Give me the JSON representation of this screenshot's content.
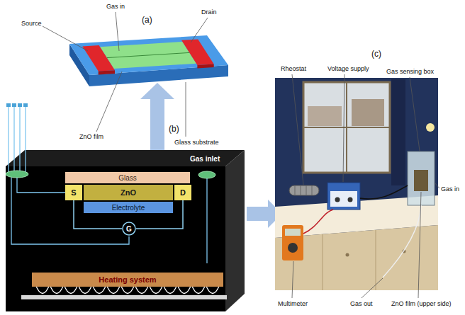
{
  "diagram": {
    "nodes": [
      {
        "text": [
          "Glass"
        ]
      },
      {
        "text": [
          "ZnO"
        ]
      },
      {
        "text": [
          "S"
        ]
      },
      {
        "text": [
          "D"
        ]
      },
      {
        "text": [
          "Electrolyte"
        ]
      },
      {
        "text": [
          "G"
        ]
      },
      {
        "text": [
          "Heating system"
        ]
      }
    ],
    "edges": [
      {
        "from": 2,
        "to": 5,
        "arrow": "none"
      },
      {
        "from": 5,
        "to": 3,
        "arrow": "none"
      }
    ],
    "labels": [
      "(a)",
      "Source",
      "Gas in",
      "Drain",
      "ZnO film",
      "Glass substrate",
      "(b)",
      "Gas inlet",
      "Rheostat",
      "Voltage supply",
      "(c)",
      "Gas sensing box",
      "Gas in",
      "Multimeter",
      "Gas out",
      "ZnO film (upper side)"
    ]
  }
}
